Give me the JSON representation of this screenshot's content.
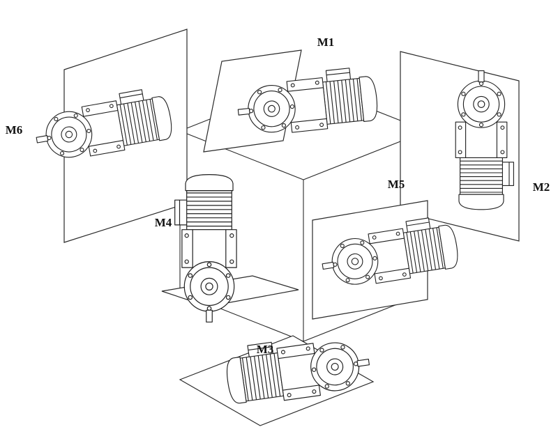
{
  "figure": {
    "labels": [
      {
        "id": "m1",
        "text": "M1"
      },
      {
        "id": "m2",
        "text": "M2"
      },
      {
        "id": "m3",
        "text": "M3"
      },
      {
        "id": "m4",
        "text": "M4"
      },
      {
        "id": "m5",
        "text": "M5"
      },
      {
        "id": "m6",
        "text": "M6"
      }
    ],
    "colors": {
      "line": "#1f1f1f",
      "background": "#ffffff"
    }
  }
}
